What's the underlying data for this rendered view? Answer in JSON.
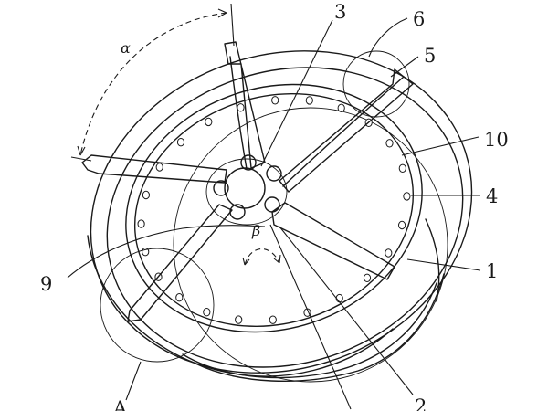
{
  "figure": {
    "angle_labels": {
      "alpha": "α",
      "beta": "β"
    },
    "reference_numerals": {
      "rim_outer": "1",
      "spoke_lower_right": "2",
      "spoke_top": "3",
      "rim_inner_ring": "4",
      "spoke_edge": "5",
      "detail_circle_top": "6",
      "spoke_lower_left": "9",
      "bolt_ring": "10",
      "detail_A": "A"
    }
  }
}
